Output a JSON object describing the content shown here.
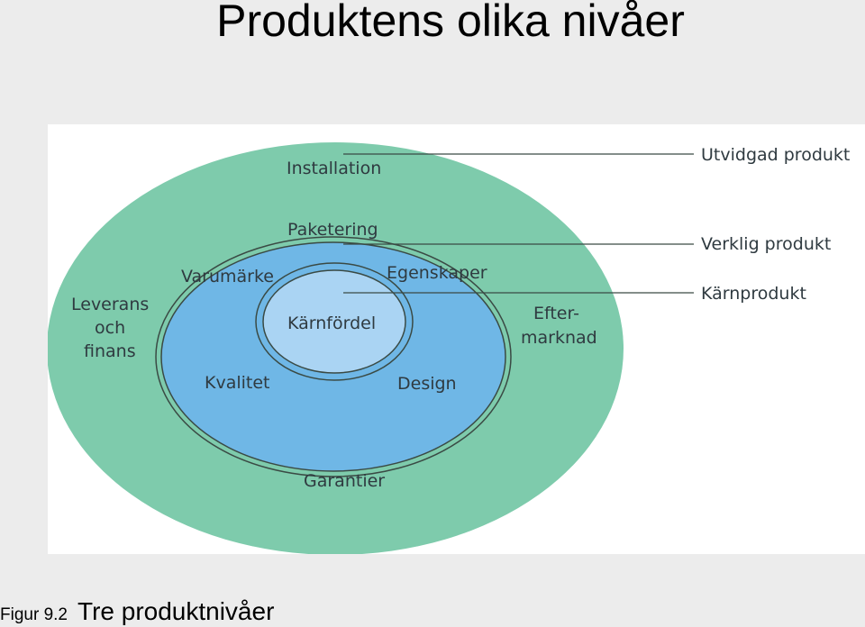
{
  "header": {
    "title": "Produktens olika nivåer"
  },
  "diagram": {
    "outer_ring": {
      "color": "#7ecbac",
      "labels": {
        "top": "Installation",
        "left_1": "Leverans",
        "left_2": "och",
        "left_3": "finans",
        "right_1": "Efter-",
        "right_2": "marknad",
        "bottom": "Garantier"
      }
    },
    "middle_ring": {
      "color": "#6fb7e6",
      "labels": {
        "top": "Paketering",
        "upper_left": "Varumärke",
        "upper_right": "Egenskaper",
        "lower_left": "Kvalitet",
        "lower_right": "Design"
      }
    },
    "core": {
      "color": "#aad4f3",
      "label": "Kärnfördel"
    },
    "callouts": {
      "augmented": "Utvidgad produkt",
      "actual": "Verklig produkt",
      "core": "Kärnprodukt"
    }
  },
  "caption": {
    "number": "Figur 9.2",
    "text": "Tre produktnivåer"
  }
}
